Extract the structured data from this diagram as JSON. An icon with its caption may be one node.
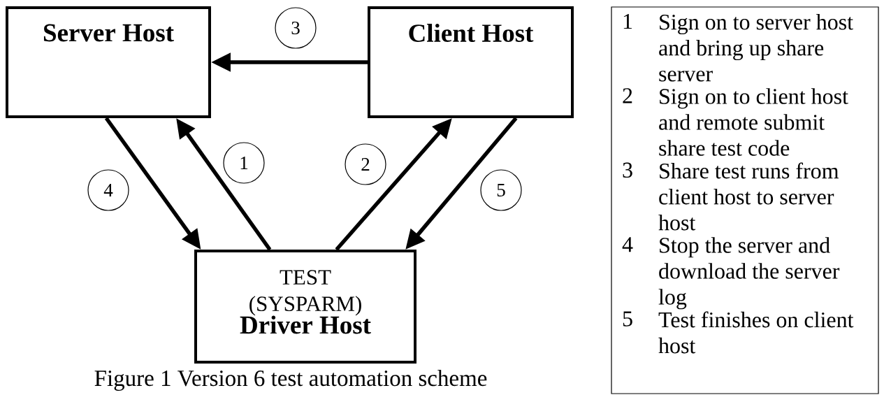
{
  "diagram": {
    "caption": "Figure 1 Version 6 test automation scheme",
    "nodes": [
      {
        "text": [
          "Server Host"
        ]
      },
      {
        "text": [
          "Client Host"
        ]
      },
      {
        "text": [
          "TEST (SYSPARM)",
          "Driver Host"
        ]
      },
      {
        "text": [
          "1",
          "Sign on to server host and bring up share server",
          "2",
          "Sign on to client host and remote submit share test code",
          "3",
          "Share test runs from client host to server host",
          "4",
          "Stop the server and download the server log",
          "5",
          "Test finishes on client host"
        ]
      }
    ],
    "edges": [
      {
        "from": 1,
        "to": 0,
        "arrow": "to",
        "label": "3"
      },
      {
        "from": 0,
        "to": 2,
        "arrow": "to",
        "label": "4"
      },
      {
        "from": 2,
        "to": 0,
        "arrow": "to",
        "label": "1"
      },
      {
        "from": 2,
        "to": 1,
        "arrow": "to",
        "label": "2"
      },
      {
        "from": 1,
        "to": 2,
        "arrow": "to",
        "label": "5"
      }
    ]
  }
}
